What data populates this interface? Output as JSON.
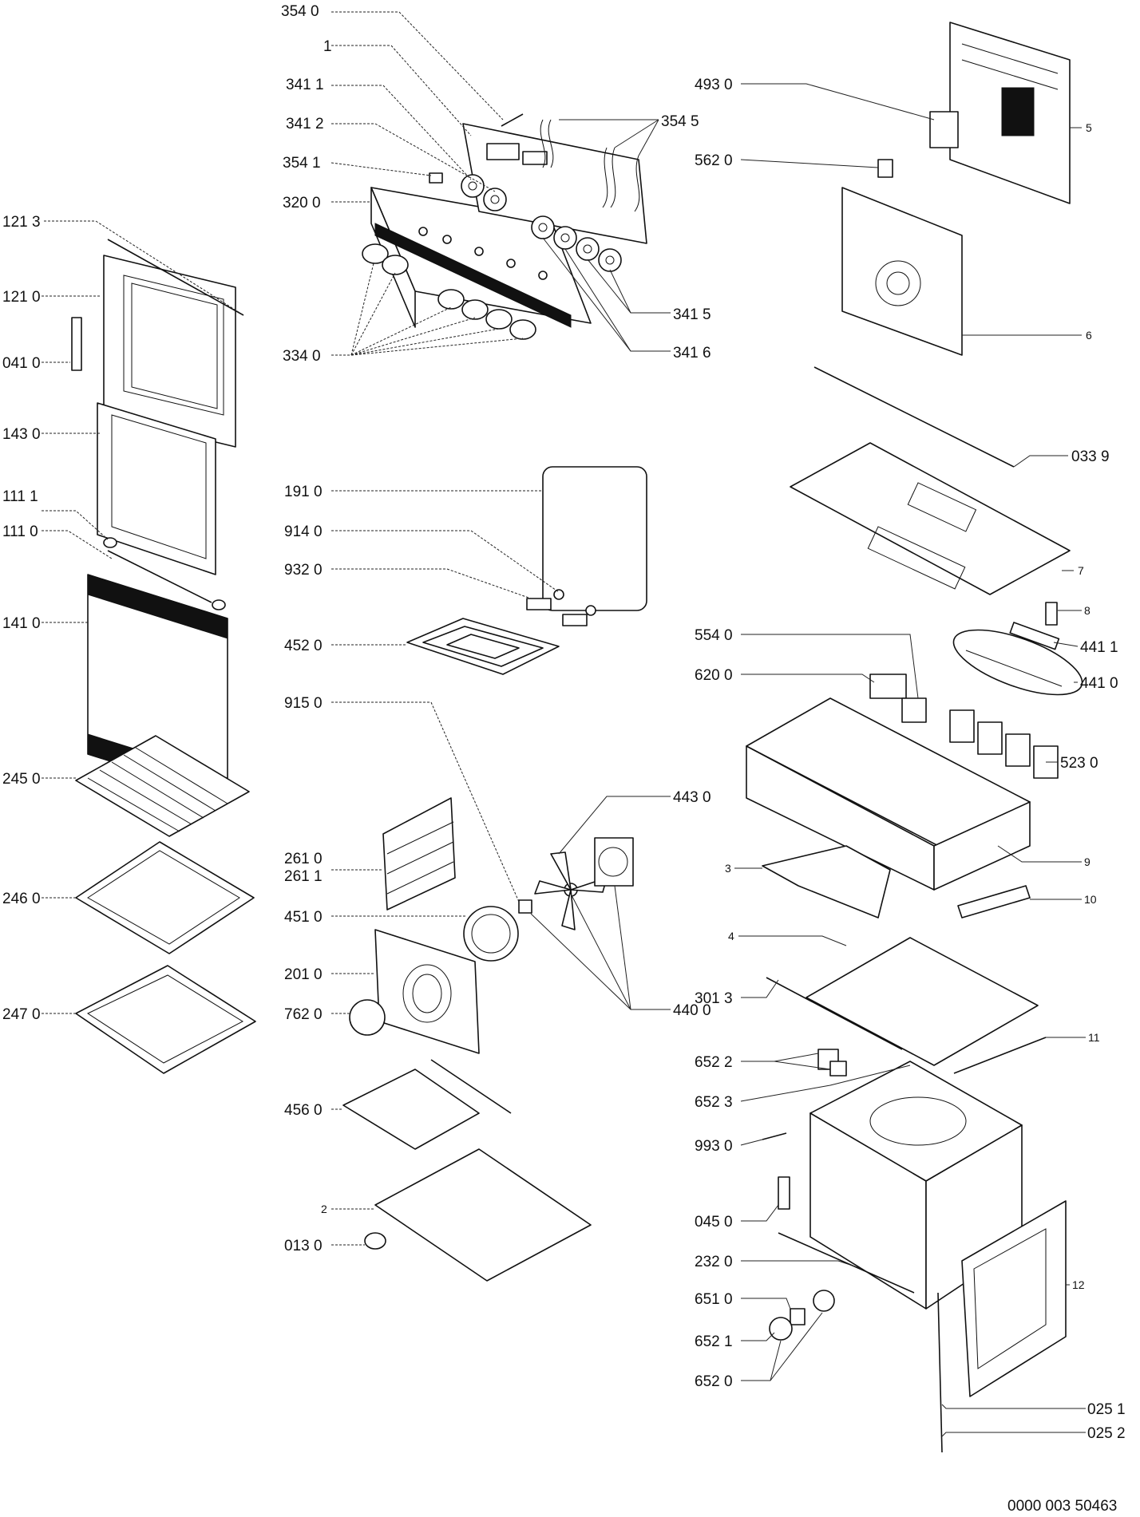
{
  "diagram": {
    "footer_code": "0000 003 50463",
    "labels": [
      "354 0",
      "1",
      "341 1",
      "341 2",
      "354 1",
      "320 0",
      "334 0",
      "354 5",
      "341 5",
      "341 6",
      "121 3",
      "121 0",
      "041 0",
      "143 0",
      "111 1",
      "111 0",
      "141 0",
      "245 0",
      "246 0",
      "247 0",
      "191 0",
      "914 0",
      "932 0",
      "452 0",
      "915 0",
      "443 0",
      "261 0",
      "261 1",
      "451 0",
      "201 0",
      "762 0",
      "440 0",
      "456 0",
      "2",
      "013 0",
      "493 0",
      "5",
      "562 0",
      "6",
      "033 9",
      "7",
      "8",
      "441 1",
      "554 0",
      "441 0",
      "620 0",
      "523 0",
      "9",
      "3",
      "10",
      "4",
      "301 3",
      "11",
      "652 2",
      "652 3",
      "993 0",
      "045 0",
      "232 0",
      "12",
      "651 0",
      "652 1",
      "652 0",
      "025 1",
      "025 2"
    ]
  }
}
